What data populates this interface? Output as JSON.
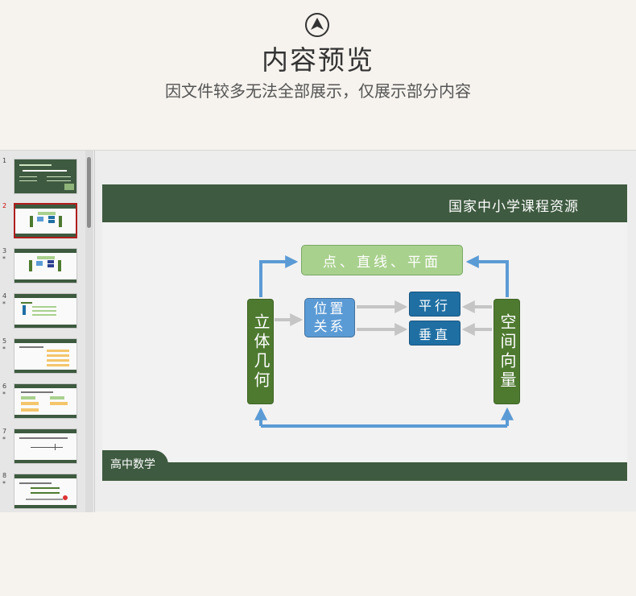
{
  "header": {
    "title": "内容预览",
    "subtitle": "因文件较多无法全部展示，仅展示部分内容"
  },
  "thumbnails": [
    {
      "num": "1",
      "star": ""
    },
    {
      "num": "2",
      "star": ""
    },
    {
      "num": "3",
      "star": "*"
    },
    {
      "num": "4",
      "star": "*"
    },
    {
      "num": "5",
      "star": "*"
    },
    {
      "num": "6",
      "star": "*"
    },
    {
      "num": "7",
      "star": "*"
    },
    {
      "num": "8",
      "star": "*"
    }
  ],
  "slide": {
    "header_text": "国家中小学课程资源",
    "footer_text": "高中数学",
    "top_box": "点、直线、平面",
    "left_box": "立体几何",
    "right_box": "空间向量",
    "middle_line1": "位置",
    "middle_line2": "关系",
    "parallel": "平行",
    "perpendicular": "垂直"
  },
  "colors": {
    "slide_green": "#3e5a40",
    "light_green": "#a9d18e",
    "dark_green": "#4e7a30",
    "blue": "#5b9bd5",
    "dark_blue": "#1f6fa3",
    "selected_border": "#b01e1e"
  }
}
